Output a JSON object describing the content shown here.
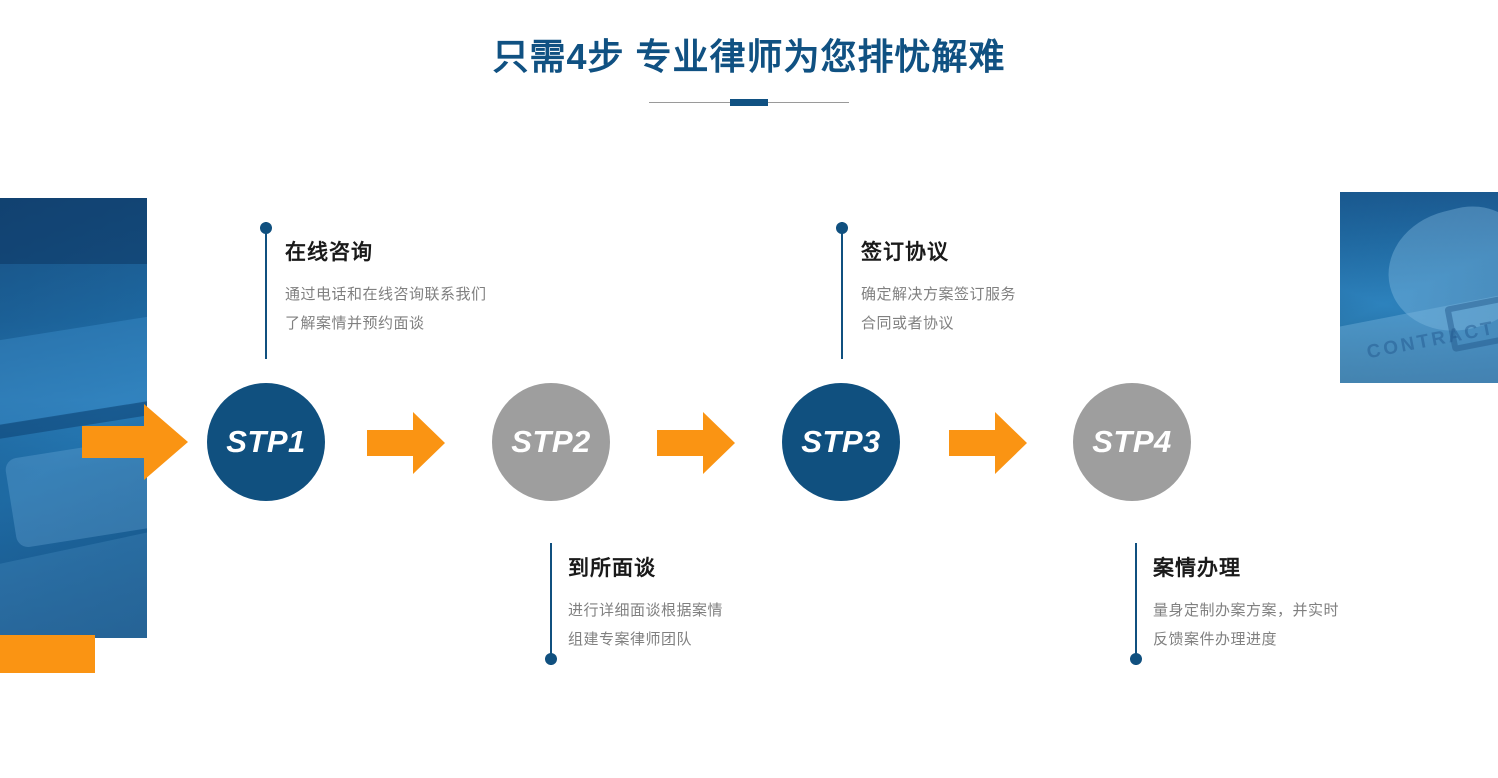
{
  "header": {
    "title": "只需4步 专业律师为您排忧解难",
    "accent_color": "#105182",
    "divider_color": "#9a9a9a"
  },
  "theme": {
    "blue": "#10507f",
    "gray": "#9e9e9e",
    "orange": "#fa9413",
    "title_text": "#1a1a1a",
    "desc_text": "#808080"
  },
  "decorations": {
    "left_photo_alt": "desk-documents-calculator-photo",
    "right_photo_alt": "hand-signing-contract-photo",
    "contract_word": "CONTRACT",
    "orange_block_color": "#fa9413"
  },
  "steps": [
    {
      "badge": "STP1",
      "badge_color": "blue",
      "position": "top",
      "title": "在线咨询",
      "desc": [
        "通过电话和在线咨询联系我们",
        "了解案情并预约面谈"
      ]
    },
    {
      "badge": "STP2",
      "badge_color": "gray",
      "position": "bottom",
      "title": "到所面谈",
      "desc": [
        "进行详细面谈根据案情",
        "组建专案律师团队"
      ]
    },
    {
      "badge": "STP3",
      "badge_color": "blue",
      "position": "top",
      "title": "签订协议",
      "desc": [
        "确定解决方案签订服务",
        "合同或者协议"
      ]
    },
    {
      "badge": "STP4",
      "badge_color": "gray",
      "position": "bottom",
      "title": "案情办理",
      "desc": [
        "量身定制办案方案，并实时",
        "反馈案件办理进度"
      ]
    }
  ],
  "arrows": {
    "count": 4,
    "label": "flow-arrow"
  }
}
